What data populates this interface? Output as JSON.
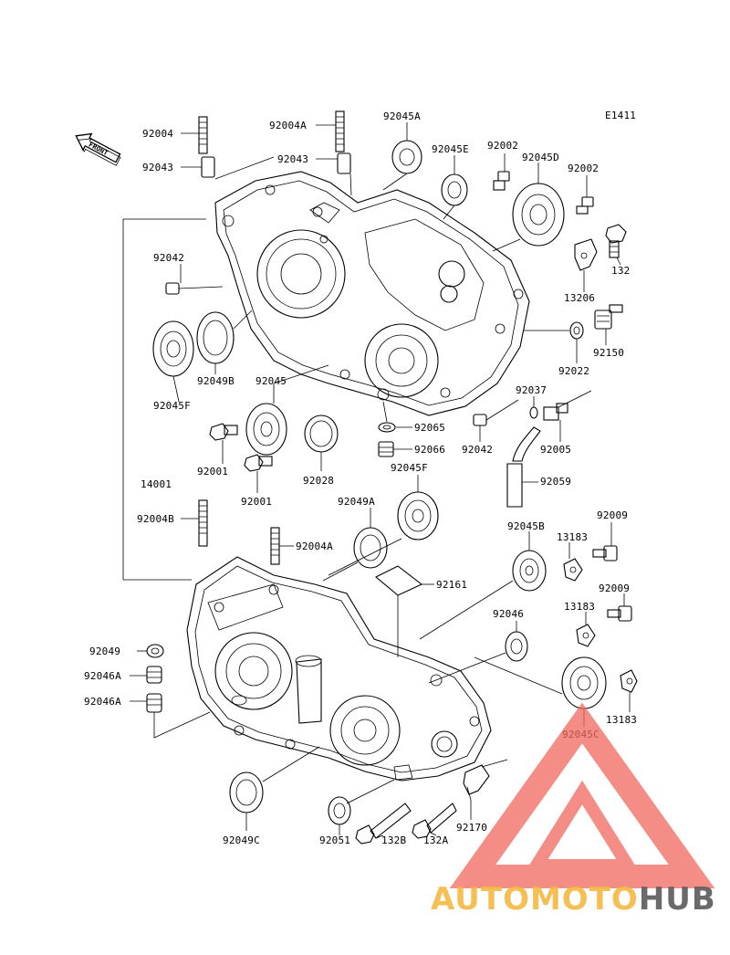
{
  "diagram_code": "E1411",
  "front_marker": "FRONT",
  "callouts": [
    {
      "id": "c1",
      "text": "92004"
    },
    {
      "id": "c2",
      "text": "92043"
    },
    {
      "id": "c3",
      "text": "92004A"
    },
    {
      "id": "c4",
      "text": "92043"
    },
    {
      "id": "c5",
      "text": "92045A"
    },
    {
      "id": "c6",
      "text": "92045E"
    },
    {
      "id": "c7",
      "text": "92002"
    },
    {
      "id": "c8",
      "text": "92045D"
    },
    {
      "id": "c9",
      "text": "92002"
    },
    {
      "id": "c10",
      "text": "132"
    },
    {
      "id": "c11",
      "text": "13206"
    },
    {
      "id": "c12",
      "text": "92150"
    },
    {
      "id": "c13",
      "text": "92022"
    },
    {
      "id": "c14",
      "text": "92042"
    },
    {
      "id": "c15",
      "text": "92049B"
    },
    {
      "id": "c16",
      "text": "92045"
    },
    {
      "id": "c17",
      "text": "92045F"
    },
    {
      "id": "c18",
      "text": "92037"
    },
    {
      "id": "c19",
      "text": "92065"
    },
    {
      "id": "c20",
      "text": "92066"
    },
    {
      "id": "c21",
      "text": "92042"
    },
    {
      "id": "c22",
      "text": "92005"
    },
    {
      "id": "c23",
      "text": "92001"
    },
    {
      "id": "c24",
      "text": "92028"
    },
    {
      "id": "c25",
      "text": "92045F"
    },
    {
      "id": "c26",
      "text": "92059"
    },
    {
      "id": "c27",
      "text": "14001"
    },
    {
      "id": "c28",
      "text": "92001"
    },
    {
      "id": "c29",
      "text": "92049A"
    },
    {
      "id": "c30",
      "text": "92004B"
    },
    {
      "id": "c31",
      "text": "92045B"
    },
    {
      "id": "c32",
      "text": "13183"
    },
    {
      "id": "c33",
      "text": "92009"
    },
    {
      "id": "c34",
      "text": "92004A"
    },
    {
      "id": "c35",
      "text": "92161"
    },
    {
      "id": "c36",
      "text": "92009"
    },
    {
      "id": "c37",
      "text": "13183"
    },
    {
      "id": "c38",
      "text": "92046"
    },
    {
      "id": "c39",
      "text": "92049"
    },
    {
      "id": "c40",
      "text": "92046A"
    },
    {
      "id": "c41",
      "text": "92046A"
    },
    {
      "id": "c42",
      "text": "13183"
    },
    {
      "id": "c43",
      "text": "92045C"
    },
    {
      "id": "c44",
      "text": "92049C"
    },
    {
      "id": "c45",
      "text": "92051"
    },
    {
      "id": "c46",
      "text": "132B"
    },
    {
      "id": "c47",
      "text": "132A"
    },
    {
      "id": "c48",
      "text": "92170"
    }
  ],
  "watermark": {
    "logo_text_part1": "AUTOMOTO",
    "logo_text_part2": "HUB",
    "color_primary": "#f0685e",
    "color_secondary": "#f5b942",
    "color_dark": "#5a5a5a"
  }
}
